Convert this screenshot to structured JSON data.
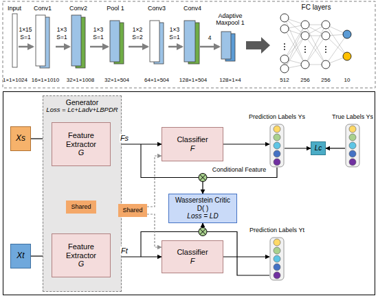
{
  "diagram": {
    "nodes": [
      {
        "text": [
          "Generator",
          "Loss = Lc+Ladv+LBPDR"
        ]
      },
      {
        "text": [
          "Feature Extractor",
          "G"
        ],
        "in": 0
      },
      {
        "text": [
          "Shared"
        ],
        "in": 0
      },
      {
        "text": [
          "Feature Extractor",
          "G"
        ],
        "in": 0
      },
      {
        "text": [
          "Xs"
        ]
      },
      {
        "text": [
          "Xt"
        ]
      },
      {
        "text": [
          "Classifier",
          "F"
        ]
      },
      {
        "text": [
          "Classifier",
          "F"
        ]
      },
      {
        "text": [
          "Shared"
        ]
      },
      {
        "text": [
          "Wasserstein Critic D( )",
          "Loss = LD"
        ]
      },
      {
        "text": [
          "Prediction Labels Ys"
        ]
      },
      {
        "text": [
          "Lc"
        ]
      },
      {
        "text": [
          "True Labels Ys"
        ]
      },
      {
        "text": [
          "Prediction Labels Yt"
        ]
      }
    ],
    "edges": [
      {
        "from": 4,
        "to": 1,
        "arrow": "to"
      },
      {
        "from": 5,
        "to": 3,
        "arrow": "to"
      },
      {
        "from": 1,
        "to": 6,
        "label": "Fs",
        "arrow": "to"
      },
      {
        "from": 3,
        "to": 7,
        "label": "Ft",
        "arrow": "to"
      },
      {
        "from": 2,
        "to": 1,
        "arrow": "to"
      },
      {
        "from": 2,
        "to": 3,
        "arrow": "to"
      },
      {
        "from": 8,
        "to": 6,
        "arrow": "to"
      },
      {
        "from": 8,
        "to": 7,
        "arrow": "to"
      },
      {
        "from": 6,
        "to": 10,
        "arrow": "to"
      },
      {
        "from": 7,
        "to": 13,
        "arrow": "to"
      },
      {
        "from": 10,
        "to": 11,
        "arrow": "to"
      },
      {
        "from": 12,
        "to": 11,
        "arrow": "to"
      },
      {
        "from": 10,
        "to": 9,
        "arrow": "to"
      },
      {
        "from": 13,
        "to": 9,
        "arrow": "to"
      }
    ],
    "labels": [
      "Input",
      "Conv1",
      "Conv2",
      "Pool 1",
      "Conv3",
      "Conv4",
      "Adaptive Maxpool 1",
      "FC layers",
      "1×15",
      "S=1",
      "1×3",
      "S=1",
      "1×3",
      "S=1",
      "1×2",
      "S=2",
      "1×3",
      "S=1",
      "4",
      "1×1×1024",
      "16×1×1010",
      "32×1×1008",
      "32×1×504",
      "64×1×504",
      "128×1×504",
      "128×1×4",
      "512",
      "256",
      "256",
      "10",
      "Conditional Feature"
    ]
  }
}
